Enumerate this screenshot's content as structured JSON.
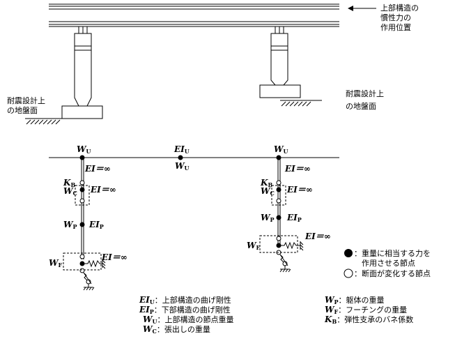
{
  "diagram": {
    "upper": {
      "inertia_label": [
        "上部構造の",
        "慣性力の",
        "作用位置"
      ],
      "ground_left": [
        "耐震設計上",
        "の地盤面"
      ],
      "ground_right": [
        "耐震設計上",
        "の地盤面"
      ]
    },
    "model": {
      "nodes": {
        "WU": "W",
        "WU_sub": "U",
        "EIU": "EI",
        "EIU_sub": "U",
        "KB": "K",
        "KB_sub": "B",
        "WC": "W",
        "WC_sub": "C",
        "WP": "W",
        "WP_sub": "P",
        "WF": "W",
        "WF_sub": "F",
        "EIP": "EI",
        "EIP_sub": "P",
        "EI_inf": "EI＝∞"
      }
    },
    "legend_right": {
      "filled": [
        "：重量に相当する力を",
        "作用させる節点"
      ],
      "hollow": "：断面が変化する節点"
    },
    "legend_bottom": {
      "left": [
        {
          "sym": "EI",
          "sub": "U",
          "text": "：上部構造の曲げ剛性"
        },
        {
          "sym": "EI",
          "sub": "P",
          "text": "：下部構造の曲げ剛性"
        },
        {
          "sym": "W",
          "sub": "U",
          "text": "：上部構造の節点重量"
        },
        {
          "sym": "W",
          "sub": "C",
          "text": "：張出しの重量"
        }
      ],
      "right": [
        {
          "sym": "W",
          "sub": "P",
          "text": "：躯体の重量"
        },
        {
          "sym": "W",
          "sub": "F",
          "text": "：フーチングの重量"
        },
        {
          "sym": "K",
          "sub": "B",
          "text": "：弾性支承のバネ係数"
        }
      ]
    }
  }
}
